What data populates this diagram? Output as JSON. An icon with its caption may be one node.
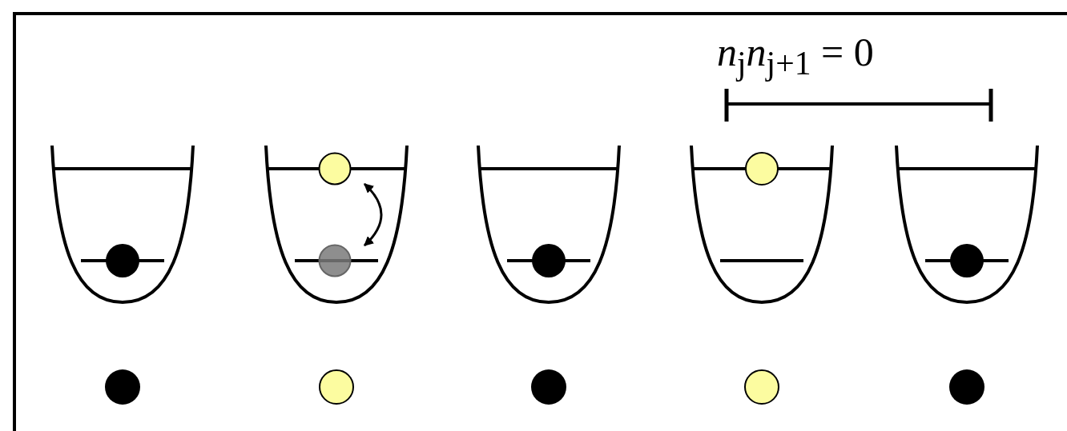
{
  "diagram": {
    "nodes": [
      {
        "text": [],
        "shape": "circle"
      },
      {
        "text": [],
        "shape": "circle"
      }
    ],
    "edges": [
      {
        "from": 0,
        "to": 1,
        "arrow": "both"
      }
    ],
    "labels": [
      "*n*$_{j}$*n*$_{j+1}$ = 0"
    ]
  }
}
